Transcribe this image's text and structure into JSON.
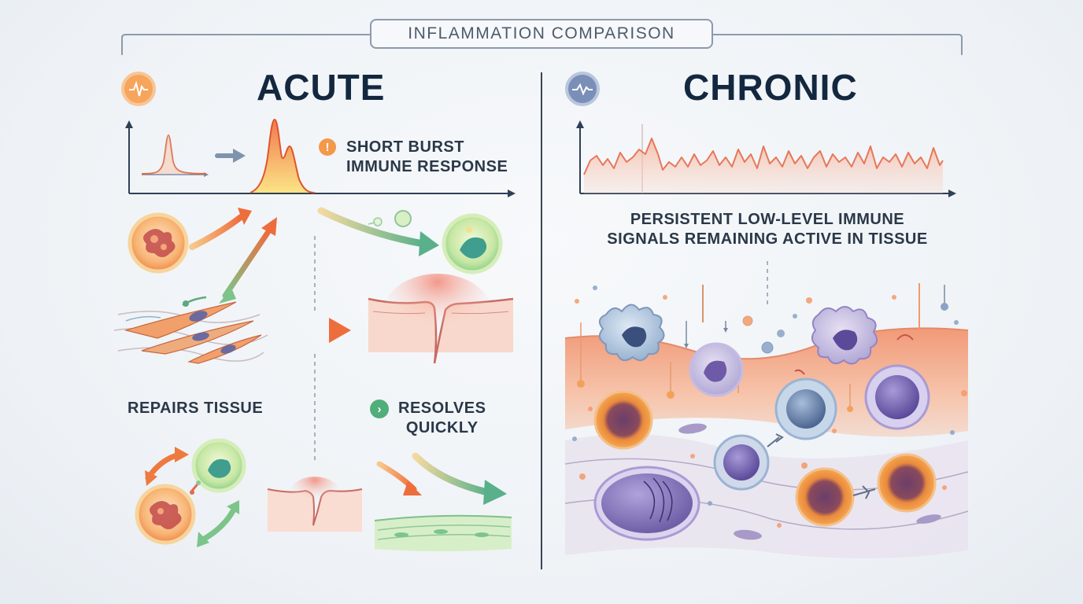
{
  "header": {
    "title": "INFLAMMATION COMPARISON"
  },
  "acute": {
    "title": "ACUTE",
    "icon": "heartbeat-spike-icon",
    "burst_label_line1": "SHORT BURST",
    "burst_label_line2": "IMMUNE RESPONSE",
    "alert_icon": "!",
    "repairs_label": "REPAIRS TISSUE",
    "resolves_label_line1": "RESOLVES",
    "resolves_label_line2": "QUICKLY",
    "check_icon": "›"
  },
  "chronic": {
    "title": "CHRONIC",
    "icon": "heartbeat-wave-icon",
    "signal_label_line1": "PERSISTENT LOW-LEVEL IMMUNE",
    "signal_label_line2": "SIGNALS REMAINING ACTIVE IN TISSUE"
  },
  "colors": {
    "acute_accent": "#f0823c",
    "chronic_accent": "#6f82a8",
    "resolve_green": "#5cb98a",
    "divider": "#3a4656"
  }
}
